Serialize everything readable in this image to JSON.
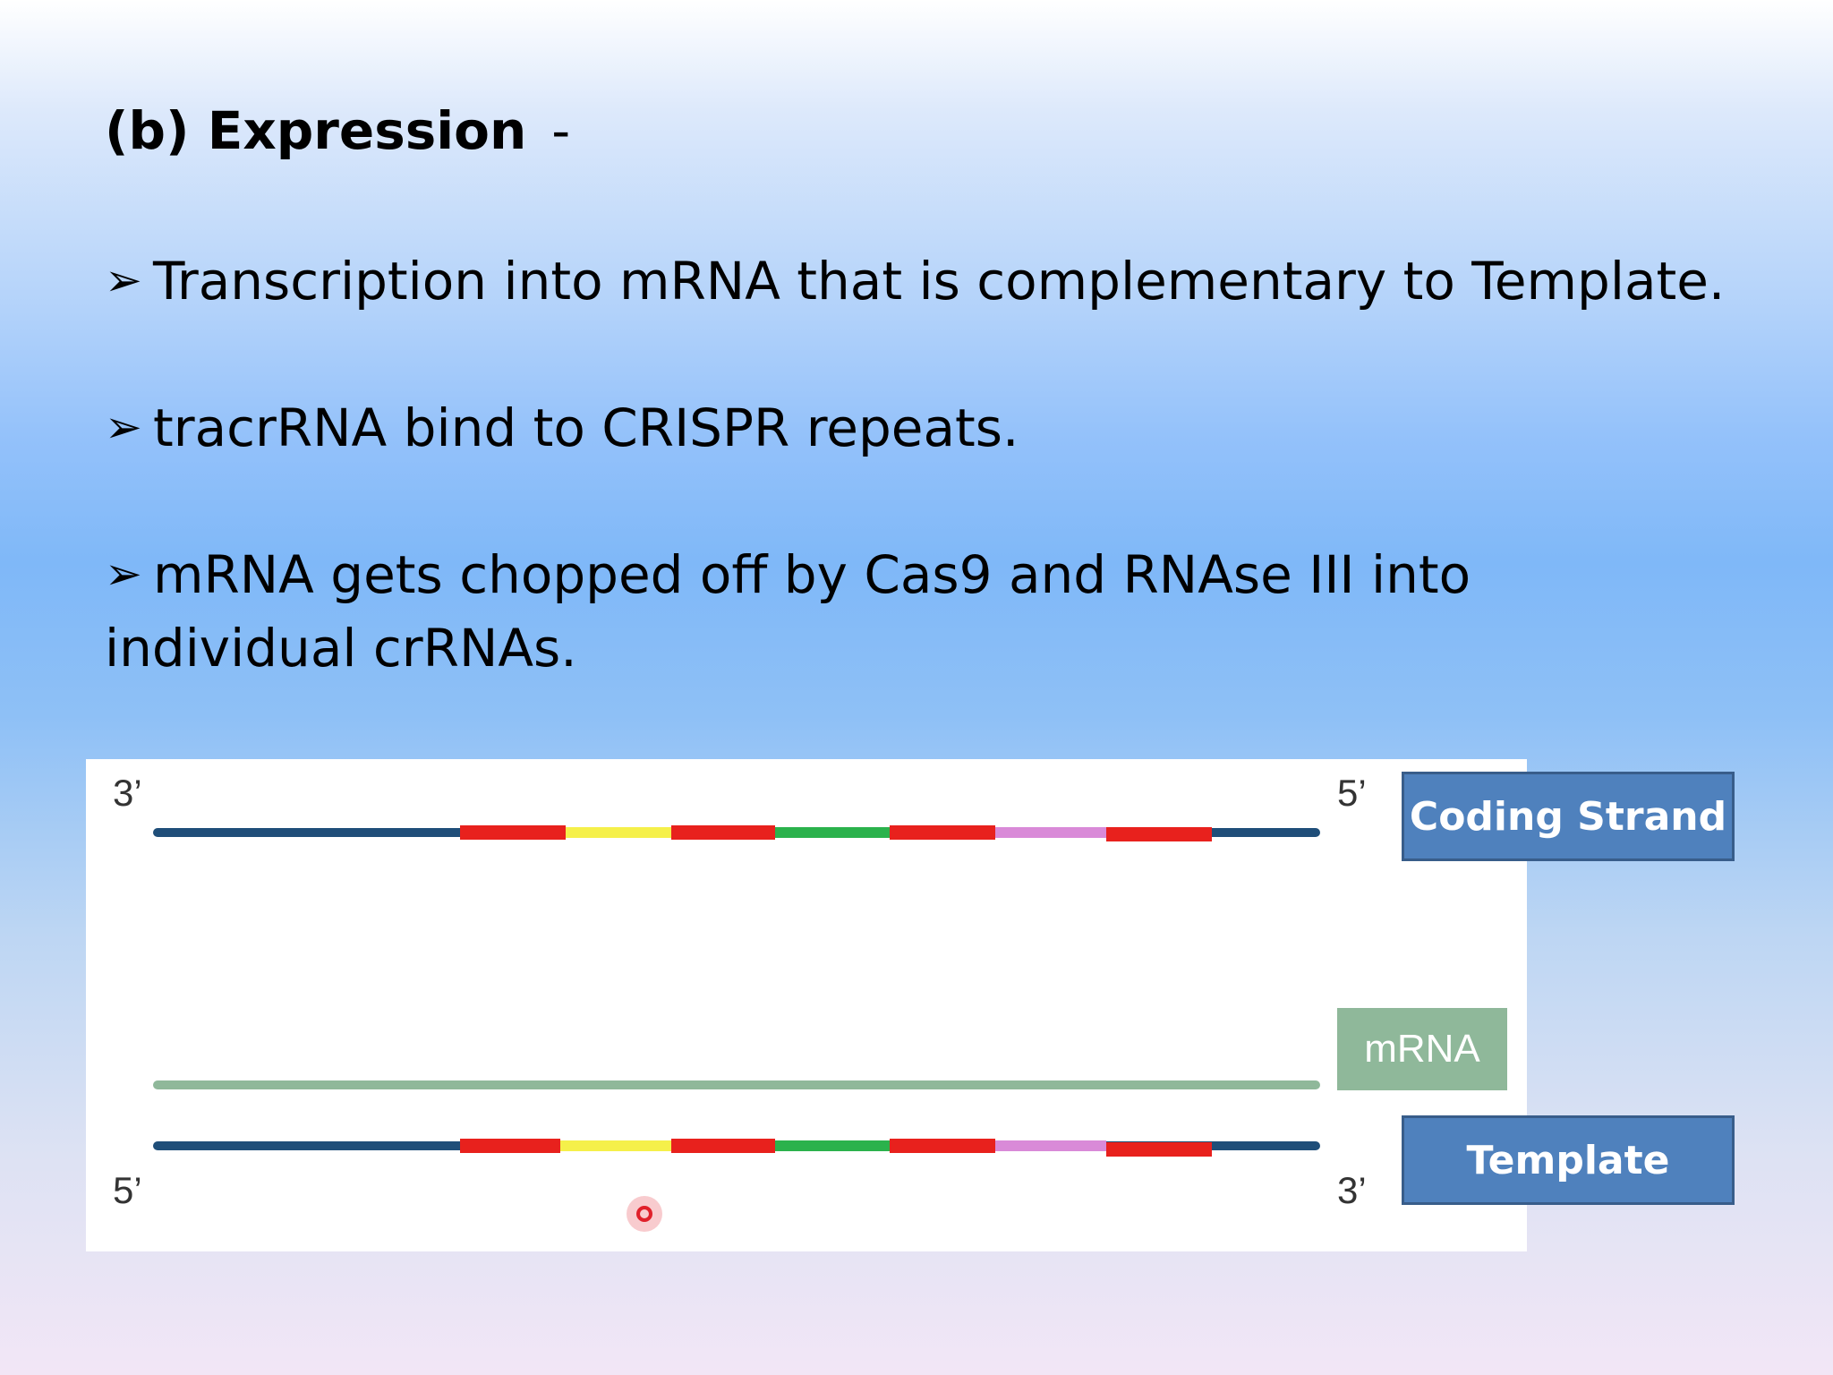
{
  "slide": {
    "title": "(b) Expression",
    "title_suffix": "-",
    "bullet_symbol": "➢",
    "bullets": [
      "Transcription into mRNA that is complementary to Template.",
      "tracrRNA bind to CRISPR repeats.",
      "mRNA gets chopped off by Cas9 and RNAse III into individual crRNAs."
    ]
  },
  "diagram": {
    "coding_strand": {
      "left_end": "3’",
      "right_end": "5’",
      "label": "Coding Strand"
    },
    "template_strand": {
      "left_end": "5’",
      "right_end": "3’",
      "label": "Template"
    },
    "mrna_label": "mRNA",
    "colors": {
      "backbone": "#1f4e79",
      "repeat": "#e8211d",
      "spacer_1": "#f5f04a",
      "spacer_2": "#2bb24c",
      "spacer_3": "#d98ad8",
      "mrna": "#8fb89a",
      "label_box": "#4f81bd"
    }
  }
}
